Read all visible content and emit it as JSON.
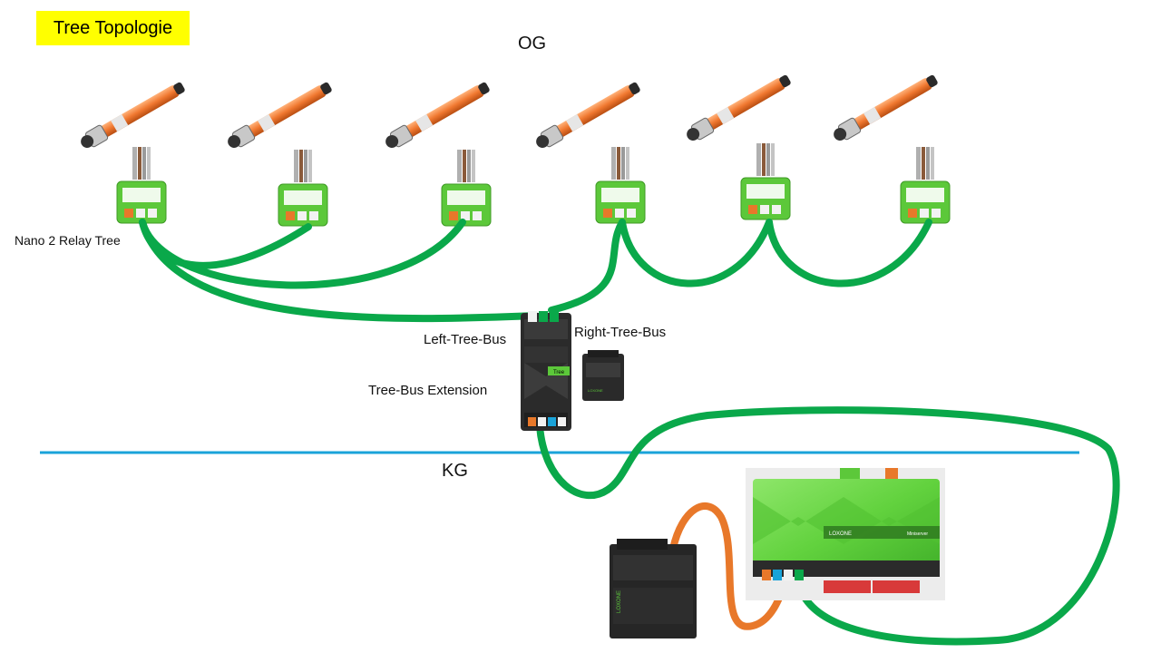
{
  "title": "Tree Topologie",
  "floors": {
    "upper": "OG",
    "lower": "KG"
  },
  "labels": {
    "nano_relay": "Nano 2 Relay Tree",
    "left_bus": "Left-Tree-Bus",
    "right_bus": "Right-Tree-Bus",
    "extension": "Tree-Bus Extension"
  },
  "device_text": {
    "brand": "LOXONE",
    "miniserver": "Miniserver",
    "ext_tag": "Tree"
  },
  "colors": {
    "tree_cable": "#0aa84a",
    "power_cable": "#e8782a",
    "floor_line": "#1aa3d9",
    "module_green": "#5cc83a",
    "motor_orange": "#f07830",
    "highlight": "#ffff00"
  }
}
